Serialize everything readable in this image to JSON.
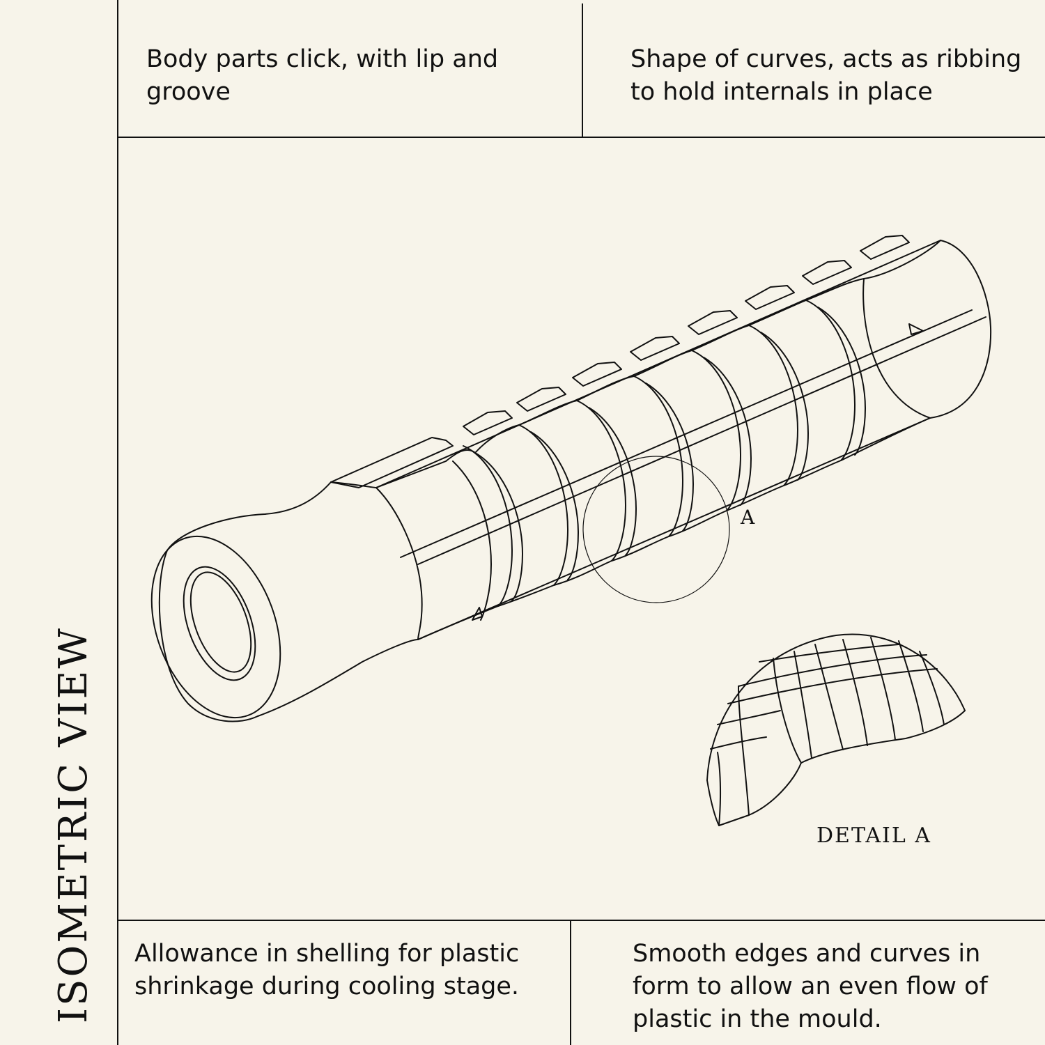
{
  "side_title": "ISOMETRIC VIEW",
  "notes": {
    "top_left": "Body parts click, with lip and groove",
    "top_right": "Shape of curves, acts as ribbing to hold internals in place",
    "bottom_left": "Allowance in shelling for  plastic shrinkage during cooling stage.",
    "bottom_right": "Smooth edges and curves in form to allow an even flow of plastic in the mould."
  },
  "callout_label": "A",
  "detail_label": "DETAIL  A",
  "colors": {
    "background": "#f7f4ea",
    "ink": "#111111"
  }
}
